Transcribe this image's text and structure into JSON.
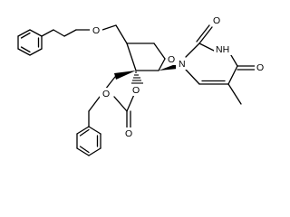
{
  "atom_labels": {
    "o_benzyloxy_top": "O",
    "o_ring": "O",
    "o_benzyloxy_left": "O",
    "o_ester_ring": "O",
    "o_carbonyl": "O",
    "n1": "N",
    "n3h": "NH",
    "o_c2": "O",
    "o_c4": "O"
  },
  "colors": {
    "bond": "#000000",
    "background": "#ffffff"
  }
}
